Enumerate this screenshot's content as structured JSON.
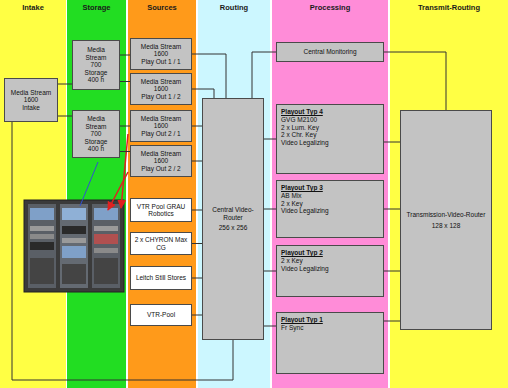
{
  "diagram": {
    "nodes": [
      {
        "text": [
          "Intake"
        ]
      },
      {
        "text": [
          "Media Stream",
          "1600",
          "Intake"
        ],
        "in": 0
      },
      {
        "text": [
          "Storage"
        ]
      },
      {
        "text": [
          "Media Stream",
          "700",
          "Storage",
          "400 h"
        ],
        "in": 2
      },
      {
        "text": [
          "Media Stream",
          "700",
          "Storage",
          "400 h"
        ],
        "in": 2
      },
      {
        "text": [
          "Sources"
        ]
      },
      {
        "text": [
          "Media Stream",
          "1600",
          "Play Out 1 / 1"
        ],
        "in": 5
      },
      {
        "text": [
          "Media Stream",
          "1600",
          "Play Out 1 / 2"
        ],
        "in": 5
      },
      {
        "text": [
          "Media Stream",
          "1600",
          "Play Out 2 / 1"
        ],
        "in": 5
      },
      {
        "text": [
          "Media Stream",
          "1600",
          "Play Out 2 / 2"
        ],
        "in": 5
      },
      {
        "text": [
          "VTR Pool GRAU Robotics"
        ],
        "in": 5
      },
      {
        "text": [
          "2 x CHYRON Max CG"
        ],
        "in": 5
      },
      {
        "text": [
          "Leitch Still Stores"
        ],
        "in": 5
      },
      {
        "text": [
          "VTR-Pool"
        ],
        "in": 5
      },
      {
        "text": [
          "Routing"
        ]
      },
      {
        "text": [
          "Central Video-Router",
          "256 x 256"
        ],
        "in": 14
      },
      {
        "text": [
          "Processing"
        ]
      },
      {
        "text": [
          "Central Monitoring"
        ],
        "in": 16
      },
      {
        "text": [
          "Playout Typ 4",
          "GVG M2100",
          "2 x Lum. Key",
          "2 x Chr. Key",
          "Video Legalizing"
        ],
        "in": 16
      },
      {
        "text": [
          "Playout Typ 3",
          "AB Mix",
          "2 x Key",
          "Video Legalizing"
        ],
        "in": 16
      },
      {
        "text": [
          "Playout Typ 2",
          "2 x Key",
          "Video Legalizing"
        ],
        "in": 16
      },
      {
        "text": [
          "Playout Typ 1",
          "Fr Sync"
        ],
        "in": 16
      },
      {
        "text": [
          "Transmit-Routing"
        ]
      },
      {
        "text": [
          "Transmission-Video-Router",
          "128 x 128"
        ],
        "in": 22
      }
    ],
    "edges": [
      {
        "from": 1,
        "to": 3,
        "arrow": "none"
      },
      {
        "from": 1,
        "to": 4,
        "arrow": "none"
      },
      {
        "from": 3,
        "to": 6,
        "arrow": "none"
      },
      {
        "from": 3,
        "to": 7,
        "arrow": "none"
      },
      {
        "from": 4,
        "to": 8,
        "arrow": "none"
      },
      {
        "from": 4,
        "to": 9,
        "arrow": "none"
      },
      {
        "from": 6,
        "to": 15,
        "arrow": "none"
      },
      {
        "from": 7,
        "to": 15,
        "arrow": "none"
      },
      {
        "from": 8,
        "to": 15,
        "arrow": "none"
      },
      {
        "from": 9,
        "to": 15,
        "arrow": "none"
      },
      {
        "from": 10,
        "to": 15,
        "arrow": "none"
      },
      {
        "from": 11,
        "to": 15,
        "arrow": "none"
      },
      {
        "from": 12,
        "to": 15,
        "arrow": "none"
      },
      {
        "from": 13,
        "to": 15,
        "arrow": "none"
      },
      {
        "from": 15,
        "to": 17,
        "arrow": "none"
      },
      {
        "from": 15,
        "to": 18,
        "arrow": "none"
      },
      {
        "from": 15,
        "to": 19,
        "arrow": "none"
      },
      {
        "from": 15,
        "to": 20,
        "arrow": "none"
      },
      {
        "from": 15,
        "to": 21,
        "arrow": "none"
      },
      {
        "from": 18,
        "to": 23,
        "arrow": "none"
      },
      {
        "from": 19,
        "to": 23,
        "arrow": "none"
      },
      {
        "from": 20,
        "to": 23,
        "arrow": "none"
      },
      {
        "from": 21,
        "to": 23,
        "arrow": "none"
      },
      {
        "from": 17,
        "to": 23,
        "arrow": "none"
      },
      {
        "from": 1,
        "to": 15,
        "arrow": "none"
      }
    ]
  }
}
